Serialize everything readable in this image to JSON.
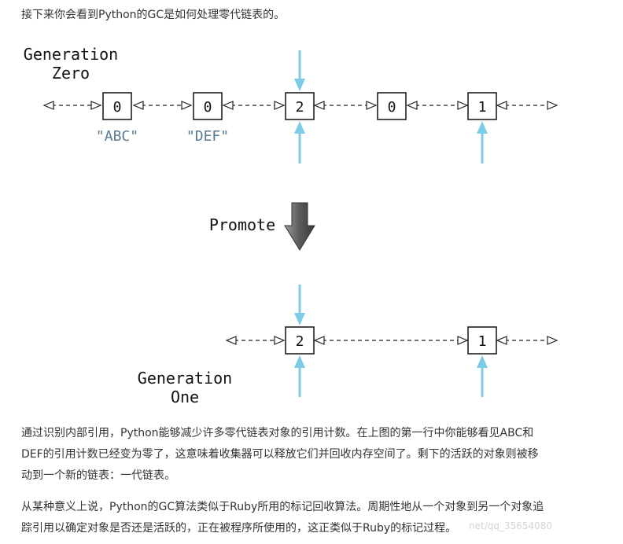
{
  "intro_text": "接下来你会看到Python的GC是如何处理零代链表的。",
  "diagram": {
    "gen_zero_label": [
      "Generation",
      "Zero"
    ],
    "gen_one_label": [
      "Generation",
      "One"
    ],
    "promote_label": "Promote",
    "gen_zero_nodes": [
      {
        "count": "0",
        "name": "\"ABC\"",
        "external_ref": false
      },
      {
        "count": "0",
        "name": "\"DEF\"",
        "external_ref": false
      },
      {
        "count": "2",
        "name": "",
        "external_ref": true
      },
      {
        "count": "0",
        "name": "",
        "external_ref": false
      },
      {
        "count": "1",
        "name": "",
        "external_ref": true
      }
    ],
    "gen_one_nodes": [
      {
        "count": "2"
      },
      {
        "count": "1"
      }
    ],
    "colors": {
      "arrow_blue": "#7ccbe8",
      "node_stroke": "#111111",
      "label_blue": "#5a7a8f",
      "promote_arrow": "#6e6e6e"
    }
  },
  "paragraphs": [
    [
      "通过识别内部引用，Python能够减少许多零代链表对象的引用计数。在上图的第一行中你能够看见ABC和",
      "DEF的引用计数已经变为零了，这意味着收集器可以释放它们并回收内存空间了。剩下的活跃的对象则被移",
      "动到一个新的链表：一代链表。"
    ],
    [
      "从某种意义上说，Python的GC算法类似于Ruby所用的标记回收算法。周期性地从一个对象到另一个对象追",
      "踪引用以确定对象是否还是活跃的，正在被程序所使用的，这正类似于Ruby的标记过程。"
    ]
  ],
  "watermark": "net/qq_35654080"
}
